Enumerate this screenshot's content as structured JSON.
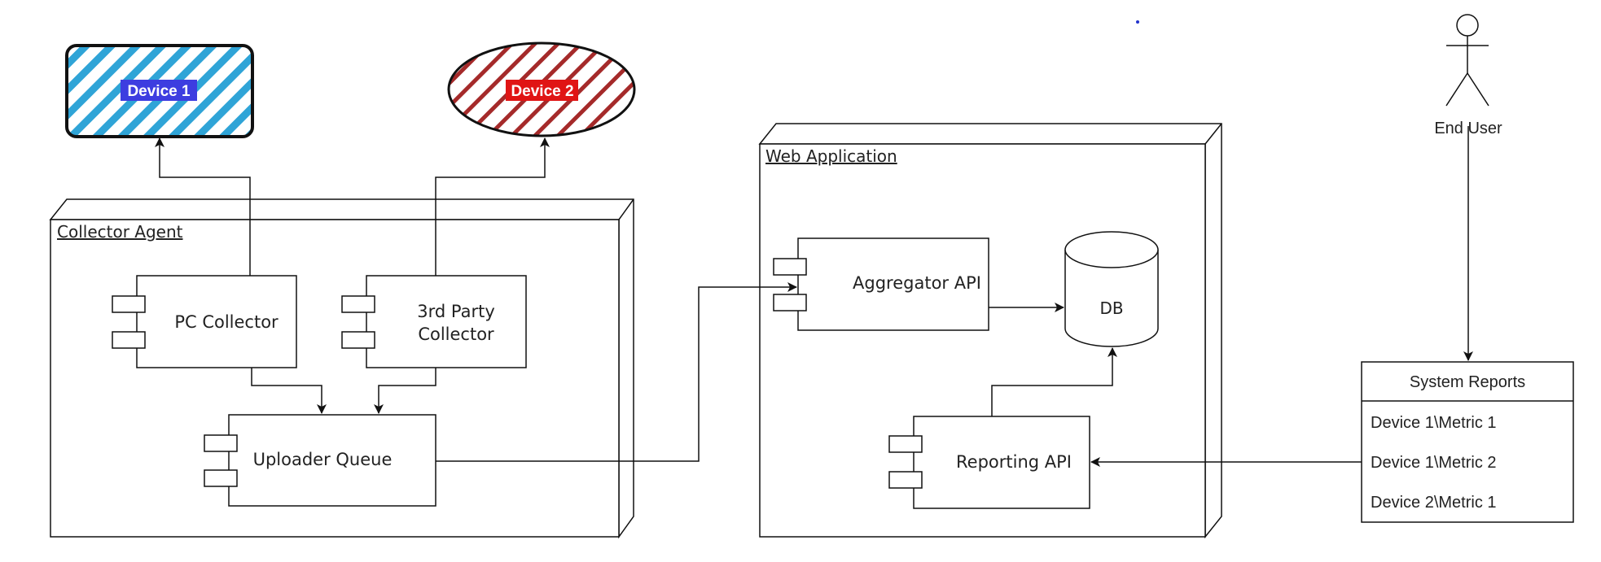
{
  "devices": {
    "device1": "Device 1",
    "device2": "Device 2"
  },
  "collector_agent": {
    "title": "Collector Agent",
    "pc_collector": "PC Collector",
    "third_party_collector_line1": "3rd Party",
    "third_party_collector_line2": "Collector",
    "uploader_queue": "Uploader Queue"
  },
  "web_application": {
    "title": "Web Application",
    "aggregator_api": "Aggregator API",
    "db": "DB",
    "reporting_api": "Reporting API"
  },
  "actor": {
    "label": "End User"
  },
  "system_reports": {
    "title": "System Reports",
    "items": [
      "Device 1\\Metric 1",
      "Device 1\\Metric 2",
      "Device 2\\Metric 1"
    ]
  },
  "colors": {
    "device1_hatch": "#2fa4d7",
    "device1_label_bg": "#3d3de0",
    "device2_hatch": "#a52a2a",
    "device2_label_bg": "#e01414",
    "line": "#111111"
  }
}
